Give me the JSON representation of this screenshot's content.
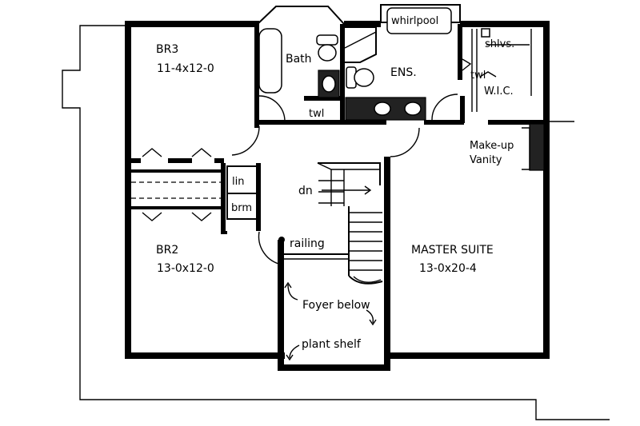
{
  "rooms": {
    "br3": {
      "name": "BR3",
      "size": "11-4x12-0"
    },
    "br2": {
      "name": "BR2",
      "size": "13-0x12-0"
    },
    "master": {
      "name": "MASTER SUITE",
      "size": "13-0x20-4"
    },
    "bath": {
      "name": "Bath"
    },
    "ens": {
      "name": "ENS."
    },
    "wic": {
      "name": "W.I.C."
    }
  },
  "labels": {
    "whirlpool": "whirlpool",
    "shlvs": "shlvs.",
    "twl_bath": "twl",
    "twl_wic": "twl",
    "makeup_line1": "Make-up",
    "makeup_line2": "Vanity",
    "lin": "lin",
    "brm": "brm",
    "dn": "dn",
    "railing": "railing",
    "foyer_below": "Foyer below",
    "plant_shelf": "plant shelf"
  }
}
